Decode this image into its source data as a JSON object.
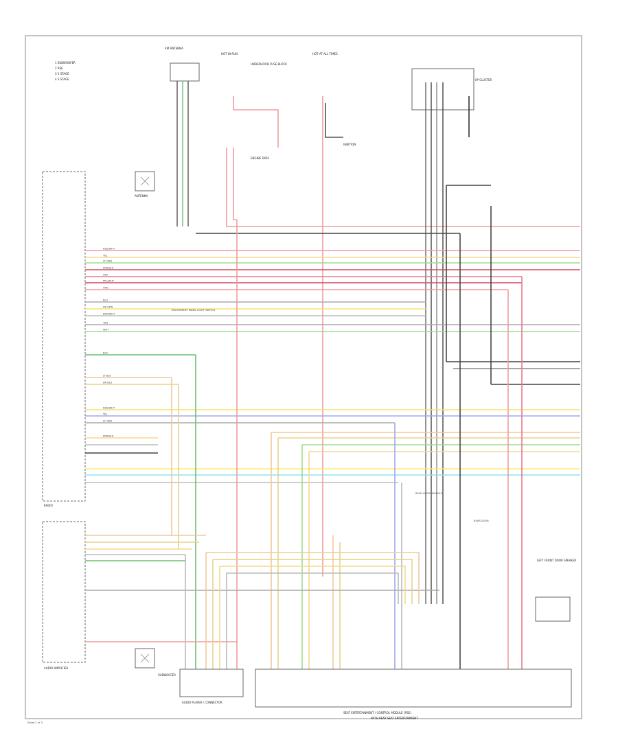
{
  "legend": [
    "1  SUBWOOFER",
    "2  RSE",
    "3  2 STAGE",
    "4  3 STAGE"
  ],
  "labels": {
    "antenna": "ANTENNA",
    "xm": "XM ANTENNA",
    "fuse_top": "HOT IN RUN",
    "fuse_top2": "HOT AT ALL TIMES",
    "fuse_mid": "UNDERHOOD FUSE BLOCK",
    "ecm_ref": "ENGINE DATA",
    "ignition": "IGNITION",
    "sw_ref": "I/P CLUSTER",
    "left_module": "RADIO",
    "amp": "AUDIO AMPLIFIER",
    "sub_block": "SUBWOOFER",
    "bottom_conn_left": "AUDIO PLAYER / CONNECTOR",
    "bottom_conn": "SEAT ENTERTAINMENT / CONTROL MODULE (RSE)",
    "bottom_conn_sub": "WITH REAR SEAT ENTERTAINMENT",
    "right_box": "LEFT FRONT DOOR SPEAKER",
    "mid_note": "INSTRUMENT PANEL LIGHT SWITCH",
    "rp_label": "REAR AUDIO MODULE",
    "rp2_label": "REAR DOOR",
    "sheet": "Sheet 1 of 3"
  },
  "wire_tags": [
    "RED/WHT",
    "YEL",
    "LT GRN",
    "PNK/BLK",
    "GRY",
    "PPL/WHT",
    "ORG",
    "BLU",
    "DK GRN",
    "BRN/WHT",
    "TAN",
    "WHT",
    "BLK",
    "LT BLU",
    "DK BLU"
  ]
}
